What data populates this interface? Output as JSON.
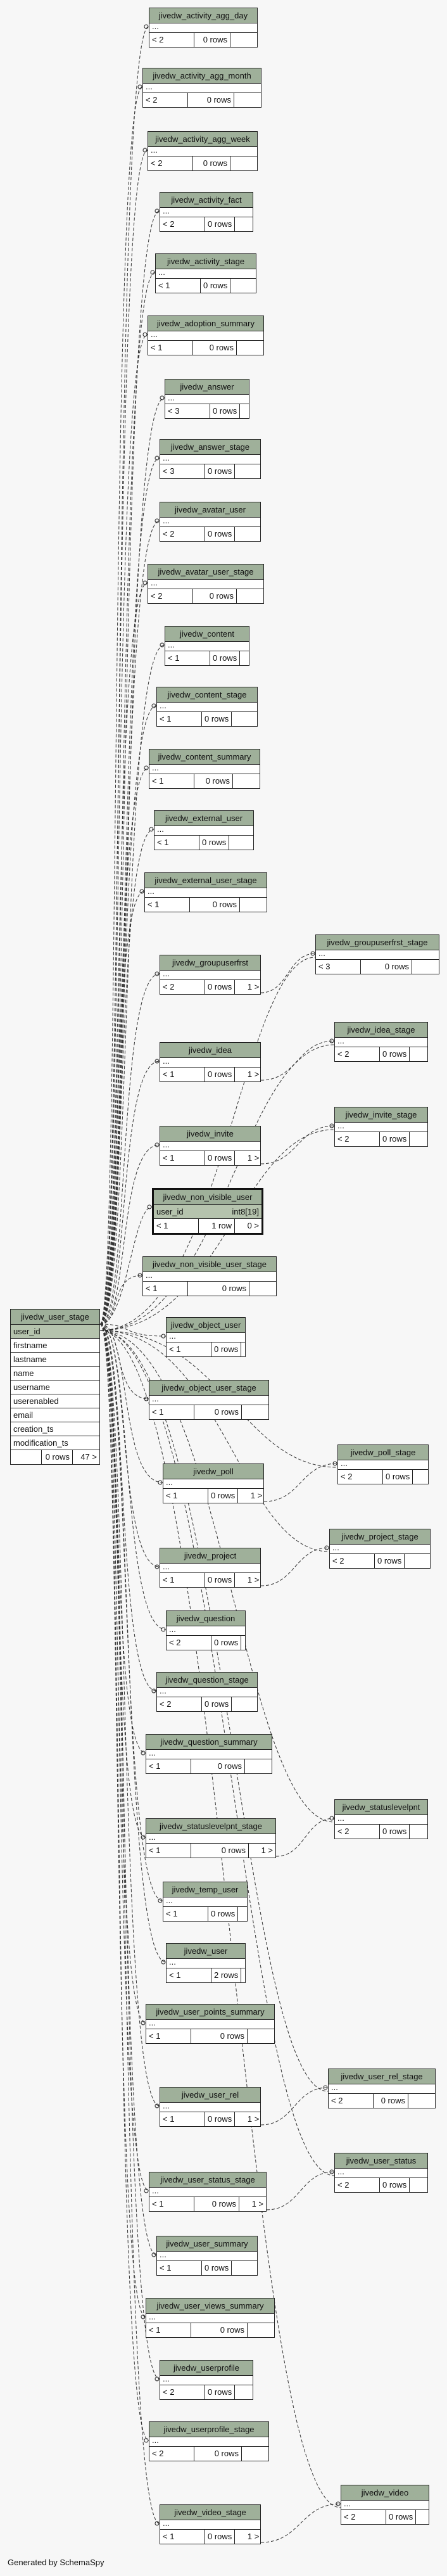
{
  "footer": "Generated by SchemaSpy",
  "main_table": {
    "name": "jivedw_user_stage",
    "columns": [
      "user_id",
      "firstname",
      "lastname",
      "name",
      "username",
      "userenabled",
      "email",
      "creation_ts",
      "modification_ts"
    ],
    "rows": "0 rows",
    "children": "47 >"
  },
  "non_visible_user": {
    "name": "jivedw_non_visible_user",
    "column": "user_id",
    "type": "int8[19]",
    "parents": "< 1",
    "rows": "1 row",
    "children": "0 >"
  },
  "tables": [
    {
      "name": "jivedw_activity_agg_day",
      "parents": "< 2",
      "rows": "0 rows",
      "children": ""
    },
    {
      "name": "jivedw_activity_agg_month",
      "parents": "< 2",
      "rows": "0 rows",
      "children": ""
    },
    {
      "name": "jivedw_activity_agg_week",
      "parents": "< 2",
      "rows": "0 rows",
      "children": ""
    },
    {
      "name": "jivedw_activity_fact",
      "parents": "< 2",
      "rows": "0 rows",
      "children": ""
    },
    {
      "name": "jivedw_activity_stage",
      "parents": "< 1",
      "rows": "0 rows",
      "children": ""
    },
    {
      "name": "jivedw_adoption_summary",
      "parents": "< 1",
      "rows": "0 rows",
      "children": ""
    },
    {
      "name": "jivedw_answer",
      "parents": "< 3",
      "rows": "0 rows",
      "children": ""
    },
    {
      "name": "jivedw_answer_stage",
      "parents": "< 3",
      "rows": "0 rows",
      "children": ""
    },
    {
      "name": "jivedw_avatar_user",
      "parents": "< 2",
      "rows": "0 rows",
      "children": ""
    },
    {
      "name": "jivedw_avatar_user_stage",
      "parents": "< 2",
      "rows": "0 rows",
      "children": ""
    },
    {
      "name": "jivedw_content",
      "parents": "< 1",
      "rows": "0 rows",
      "children": ""
    },
    {
      "name": "jivedw_content_stage",
      "parents": "< 1",
      "rows": "0 rows",
      "children": ""
    },
    {
      "name": "jivedw_content_summary",
      "parents": "< 1",
      "rows": "0 rows",
      "children": ""
    },
    {
      "name": "jivedw_external_user",
      "parents": "< 1",
      "rows": "0 rows",
      "children": ""
    },
    {
      "name": "jivedw_external_user_stage",
      "parents": "< 1",
      "rows": "0 rows",
      "children": ""
    },
    {
      "name": "jivedw_groupuserfrst",
      "parents": "< 2",
      "rows": "0 rows",
      "children": "1 >"
    },
    {
      "name": "jivedw_idea",
      "parents": "< 1",
      "rows": "0 rows",
      "children": "1 >"
    },
    {
      "name": "jivedw_invite",
      "parents": "< 1",
      "rows": "0 rows",
      "children": "1 >"
    },
    {
      "name": "jivedw_non_visible_user_stage",
      "parents": "< 1",
      "rows": "0 rows",
      "children": ""
    },
    {
      "name": "jivedw_object_user",
      "parents": "< 1",
      "rows": "0 rows",
      "children": ""
    },
    {
      "name": "jivedw_object_user_stage",
      "parents": "< 1",
      "rows": "0 rows",
      "children": ""
    },
    {
      "name": "jivedw_poll",
      "parents": "< 1",
      "rows": "0 rows",
      "children": "1 >"
    },
    {
      "name": "jivedw_project",
      "parents": "< 1",
      "rows": "0 rows",
      "children": "1 >"
    },
    {
      "name": "jivedw_question",
      "parents": "< 2",
      "rows": "0 rows",
      "children": ""
    },
    {
      "name": "jivedw_question_stage",
      "parents": "< 2",
      "rows": "0 rows",
      "children": ""
    },
    {
      "name": "jivedw_question_summary",
      "parents": "< 1",
      "rows": "0 rows",
      "children": ""
    },
    {
      "name": "jivedw_statuslevelpnt_stage",
      "parents": "< 1",
      "rows": "0 rows",
      "children": "1 >"
    },
    {
      "name": "jivedw_temp_user",
      "parents": "< 1",
      "rows": "0 rows",
      "children": ""
    },
    {
      "name": "jivedw_user",
      "parents": "< 1",
      "rows": "2 rows",
      "children": ""
    },
    {
      "name": "jivedw_user_points_summary",
      "parents": "< 1",
      "rows": "0 rows",
      "children": ""
    },
    {
      "name": "jivedw_user_rel",
      "parents": "< 1",
      "rows": "0 rows",
      "children": "1 >"
    },
    {
      "name": "jivedw_user_status_stage",
      "parents": "< 1",
      "rows": "0 rows",
      "children": "1 >"
    },
    {
      "name": "jivedw_user_summary",
      "parents": "< 1",
      "rows": "0 rows",
      "children": ""
    },
    {
      "name": "jivedw_user_views_summary",
      "parents": "< 1",
      "rows": "0 rows",
      "children": ""
    },
    {
      "name": "jivedw_userprofile",
      "parents": "< 2",
      "rows": "0 rows",
      "children": ""
    },
    {
      "name": "jivedw_userprofile_stage",
      "parents": "< 2",
      "rows": "0 rows",
      "children": ""
    },
    {
      "name": "jivedw_video_stage",
      "parents": "< 1",
      "rows": "0 rows",
      "children": "1 >"
    }
  ],
  "right_tables": [
    {
      "name": "jivedw_groupuserfrst_stage",
      "parents": "< 3",
      "rows": "0 rows",
      "children": ""
    },
    {
      "name": "jivedw_idea_stage",
      "parents": "< 2",
      "rows": "0 rows",
      "children": ""
    },
    {
      "name": "jivedw_invite_stage",
      "parents": "< 2",
      "rows": "0 rows",
      "children": ""
    },
    {
      "name": "jivedw_poll_stage",
      "parents": "< 2",
      "rows": "0 rows",
      "children": ""
    },
    {
      "name": "jivedw_project_stage",
      "parents": "< 2",
      "rows": "0 rows",
      "children": ""
    },
    {
      "name": "jivedw_statuslevelpnt",
      "parents": "< 2",
      "rows": "0 rows",
      "children": ""
    },
    {
      "name": "jivedw_user_rel_stage",
      "parents": "< 2",
      "rows": "0 rows",
      "children": ""
    },
    {
      "name": "jivedw_user_status",
      "parents": "< 2",
      "rows": "0 rows",
      "children": ""
    },
    {
      "name": "jivedw_video",
      "parents": "< 2",
      "rows": "0 rows",
      "children": ""
    }
  ]
}
